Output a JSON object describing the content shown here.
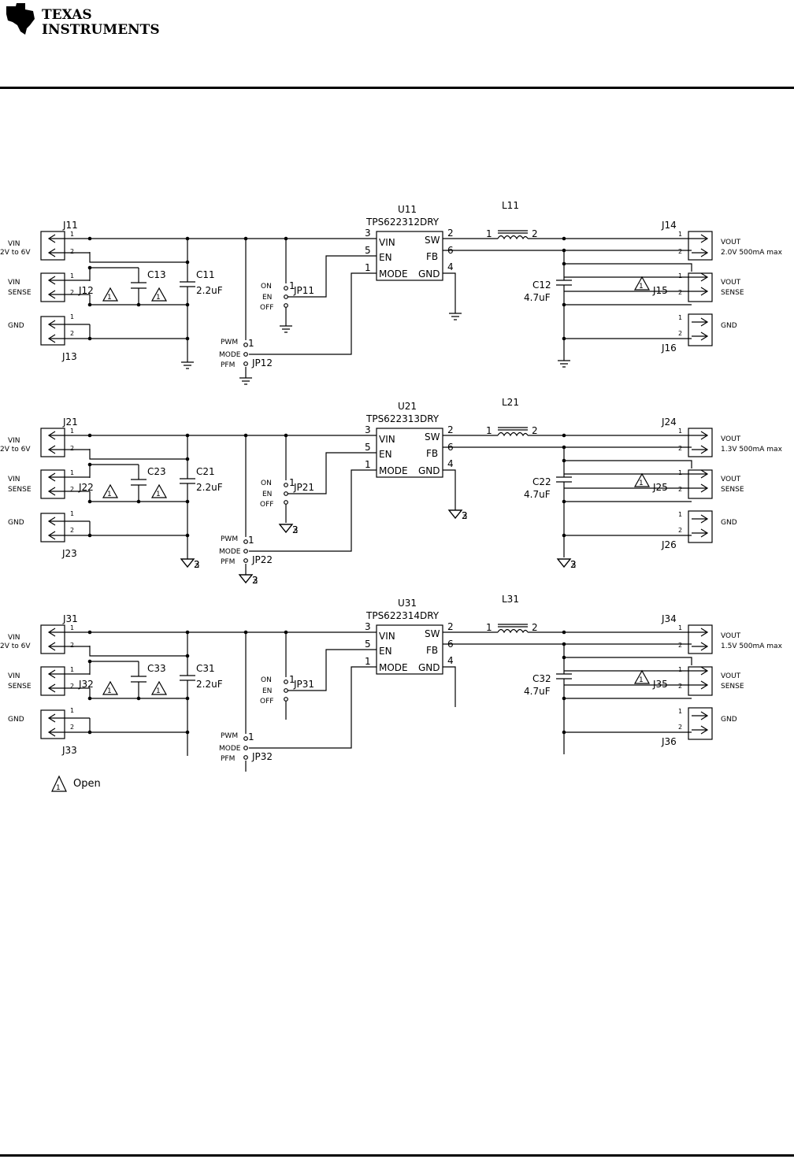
{
  "header": {
    "logo_line1": "TEXAS",
    "logo_line2": "INSTRUMENTS"
  },
  "legend": {
    "marker": "1",
    "label": "Open"
  },
  "labels": {
    "vin": "VIN",
    "vin_range": "2V to 6V",
    "sense": "SENSE",
    "gnd": "GND",
    "vout": "VOUT",
    "pin1": "1",
    "pin2": "2",
    "pin3": "3",
    "pin4": "4",
    "pin5": "5",
    "pin6": "6",
    "ic_vin": "VIN",
    "ic_en": "EN",
    "ic_mode": "MODE",
    "ic_sw": "SW",
    "ic_fb": "FB",
    "ic_gnd": "GND",
    "on": "ON",
    "en": "EN",
    "off": "OFF",
    "pwm": "PWM",
    "mode": "MODE",
    "pfm": "PFM",
    "cin": "2.2uF",
    "cout": "4.7uF",
    "note_marker": "1"
  },
  "circuits": [
    {
      "u": "U11",
      "part": "TPS622312DRY",
      "l": "L11",
      "j_vin": "J11",
      "j_vinsense": "J12",
      "j_gnd": "J13",
      "j_vout": "J14",
      "j_voutsense": "J15",
      "j_gndout": "J16",
      "c_sense": "C13",
      "c_in": "C11",
      "c_out": "C12",
      "jp_en": "JP11",
      "jp_mode": "JP12",
      "vout_spec": "2.0V  500mA max",
      "ground_ref": ""
    },
    {
      "u": "U21",
      "part": "TPS622313DRY",
      "l": "L21",
      "j_vin": "J21",
      "j_vinsense": "J22",
      "j_gnd": "J23",
      "j_vout": "J24",
      "j_voutsense": "J25",
      "j_gndout": "J26",
      "c_sense": "C23",
      "c_in": "C21",
      "c_out": "C22",
      "jp_en": "JP21",
      "jp_mode": "JP22",
      "vout_spec": "1.3V  500mA max",
      "ground_ref": "2"
    },
    {
      "u": "U31",
      "part": "TPS622314DRY",
      "l": "L31",
      "j_vin": "J31",
      "j_vinsense": "J32",
      "j_gnd": "J33",
      "j_vout": "J34",
      "j_voutsense": "J35",
      "j_gndout": "J36",
      "c_sense": "C33",
      "c_in": "C31",
      "c_out": "C32",
      "jp_en": "JP31",
      "jp_mode": "JP32",
      "vout_spec": "1.5V  500mA max",
      "ground_ref": "3"
    }
  ]
}
